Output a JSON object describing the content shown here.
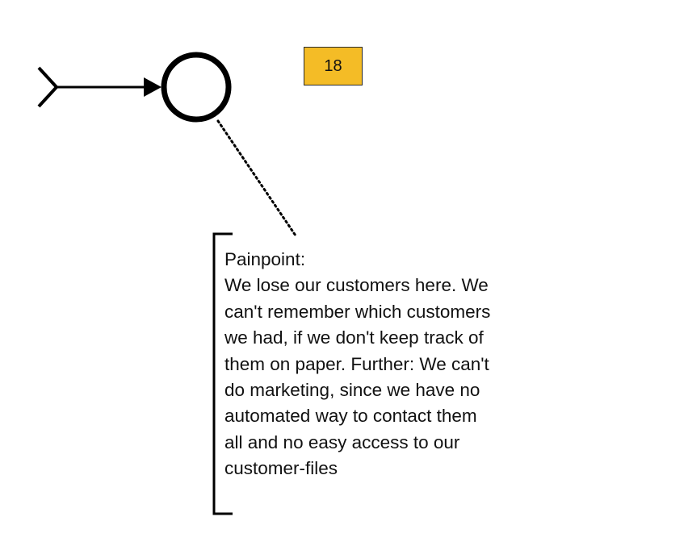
{
  "diagram": {
    "badge": {
      "label": "18",
      "fill_color": "#f4bc26"
    },
    "annotation": {
      "lines": [
        "Painpoint:",
        "We lose our customers here. We",
        "can't remember which customers",
        "we had, if we don't keep track of",
        "them on paper. Further: We can't",
        "do marketing, since we have no",
        "automated way to contact them",
        "all and no easy access to our",
        "customer-files"
      ]
    },
    "stroke_color": "#000000"
  }
}
